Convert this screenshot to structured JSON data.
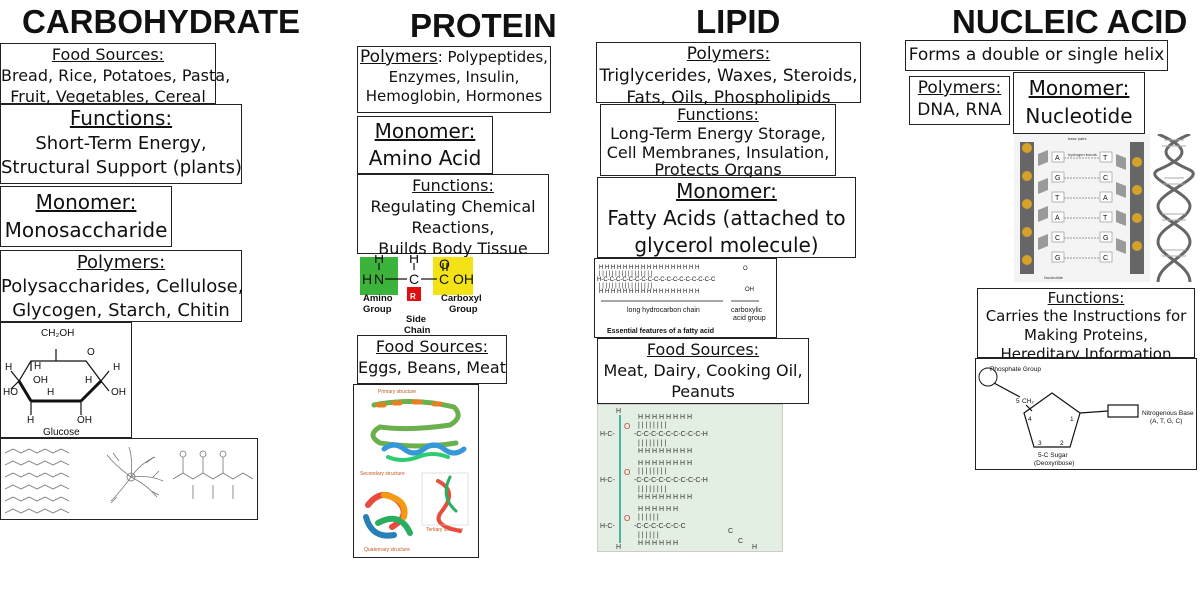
{
  "carbohydrate": {
    "title": "CARBOHYDRATE",
    "food_sources": {
      "heading": "Food Sources:",
      "lines": [
        "Bread, Rice, Potatoes, Pasta,",
        "Fruit, Vegetables, Cereal"
      ]
    },
    "functions": {
      "heading": "Functions:",
      "lines": [
        "Short-Term Energy,",
        "Structural Support (plants)"
      ]
    },
    "monomer": {
      "heading": "Monomer:",
      "value": "Monosaccharide"
    },
    "polymers": {
      "heading": "Polymers:",
      "lines": [
        "Polysaccharides, Cellulose,",
        "Glycogen, Starch, Chitin"
      ]
    },
    "glucose": {
      "label": "Glucose",
      "ch2oh": "CH₂OH",
      "h": "H",
      "oh": "OH",
      "ho": "HO",
      "o": "O"
    }
  },
  "protein": {
    "title": "PROTEIN",
    "polymers": {
      "heading": "Polymers",
      "first_line": ": Polypeptides,",
      "lines": [
        "Enzymes, Insulin,",
        "Hemoglobin, Hormones"
      ]
    },
    "monomer": {
      "heading": "Monomer:",
      "value": "Amino Acid"
    },
    "functions": {
      "heading": "Functions:",
      "lines": [
        "Regulating Chemical",
        "Reactions,",
        "Builds Body Tissue"
      ]
    },
    "amino_diagram": {
      "amino_group": "Amino",
      "amino_group2": "Group",
      "carboxyl": "Carboxyl",
      "carboxyl2": "Group",
      "side": "Side",
      "chain": "Chain",
      "r": "R",
      "h": "H",
      "n": "N",
      "c": "C",
      "o": "O",
      "oh": "OH"
    },
    "food_sources": {
      "heading": "Food Sources:",
      "value": "Eggs, Beans, Meat"
    },
    "structure": {
      "primary": "Primary structure",
      "secondary": "Secondary structure",
      "tertiary": "Tertiary structure",
      "quaternary": "Quaternary structure"
    }
  },
  "lipid": {
    "title": "LIPID",
    "polymers": {
      "heading": "Polymers:",
      "lines": [
        "Triglycerides, Waxes, Steroids,",
        "Fats, Oils, Phospholipids"
      ]
    },
    "functions": {
      "heading": "Functions:",
      "lines": [
        "Long-Term Energy Storage,",
        "Cell Membranes, Insulation,",
        "Protects Organs"
      ]
    },
    "monomer": {
      "heading": "Monomer:",
      "lines": [
        "Fatty Acids (attached to",
        "glycerol molecule)"
      ]
    },
    "fatty_diagram": {
      "chain_label": "long hydrocarbon chain",
      "acid_label": "carboxylic",
      "acid_label2": "acid group",
      "caption": "Essential features of a fatty acid",
      "oh": "OH",
      "o": "O"
    },
    "food_sources": {
      "heading": "Food Sources:",
      "lines": [
        "Meat, Dairy, Cooking Oil,",
        "Peanuts"
      ]
    }
  },
  "nucleic": {
    "title": "NUCLEIC ACID",
    "helix": "Forms a double or single helix",
    "polymers": {
      "heading": "Polymers:",
      "value": "DNA, RNA"
    },
    "monomer": {
      "heading": "Monomer:",
      "value": "Nucleotide"
    },
    "dna_diagram": {
      "base_pairs": "base pairs",
      "hydrogen_bonds": "hydrogen bonds",
      "nucleotide": "Nucleotide",
      "bases": [
        "A",
        "T",
        "G",
        "C",
        "T",
        "A",
        "A",
        "T",
        "C",
        "G",
        "G",
        "C"
      ]
    },
    "functions": {
      "heading": "Functions:",
      "lines": [
        "Carries the Instructions for",
        "Making Proteins,",
        "Hereditary Information"
      ]
    },
    "nucleotide_diagram": {
      "phosphate": "Phosphate Group",
      "base": "Nitrogenous Base",
      "base2": "(A, T, G, C)",
      "sugar": "5-C Sugar",
      "sugar2": "(Deoxyribose)",
      "ch2": "CH₂",
      "n5": "5",
      "n4": "4",
      "n1": "1",
      "n3": "3",
      "n2": "2"
    }
  }
}
